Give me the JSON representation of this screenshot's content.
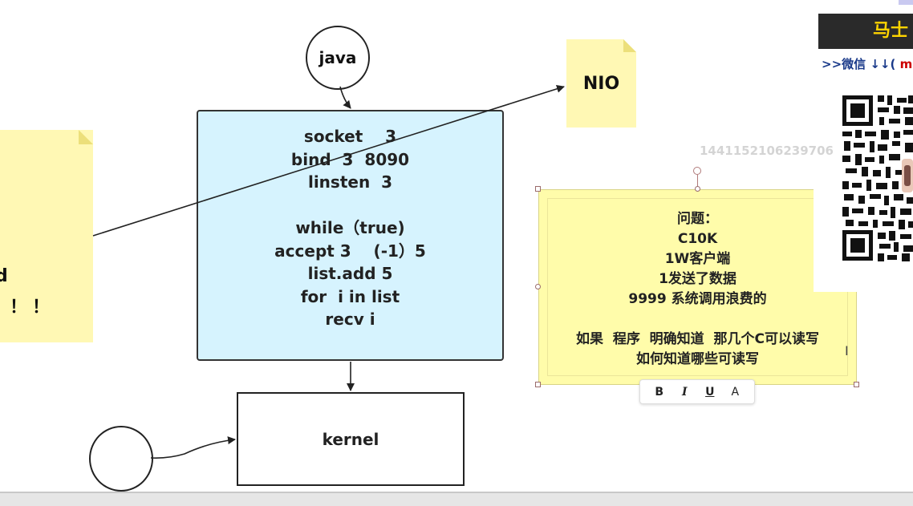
{
  "diagram": {
    "java_circle": "java",
    "code_lines": [
      "socket    3",
      "bind  3  8090",
      "linsten  3",
      "",
      "while（true)",
      "accept 3    (-1）5",
      "list.add 5",
      "for  i in list",
      "recv i"
    ],
    "kernel": "kernel",
    "nio_note": "NIO",
    "left_note_lines": [
      "d",
      "！！！"
    ],
    "question_lines": [
      "问题：",
      "C10K",
      "1W客户端",
      "1发送了数据",
      "9999 系统调用浪费的",
      "",
      "如果  程序  明确知道  那几个C可以读写",
      "如何知道哪些可读写"
    ]
  },
  "format_toolbar": {
    "bold": "B",
    "italic": "I",
    "underline": "U",
    "color": "A"
  },
  "promo": {
    "banner": "马士",
    "wechat_prefix": ">>微信 ↓↓( ",
    "wechat_m": "m"
  },
  "watermark": "1441152106239706"
}
